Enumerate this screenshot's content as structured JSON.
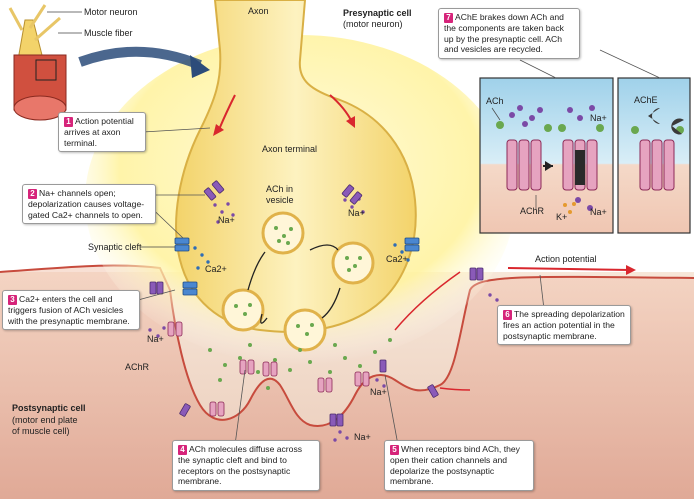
{
  "labels": {
    "motor_neuron": "Motor neuron",
    "muscle_fiber": "Muscle fiber",
    "axon": "Axon",
    "presynaptic_title": "Presynaptic cell",
    "presynaptic_sub": "(motor neuron)",
    "axon_terminal": "Axon terminal",
    "ach_in_vesicle": "ACh in vesicle",
    "synaptic_cleft": "Synaptic cleft",
    "action_potential": "Action potential",
    "achr": "AChR",
    "ach": "ACh",
    "ache": "AChE",
    "na": "Na+",
    "ca": "Ca2+",
    "k": "K+",
    "postsynaptic_title": "Postsynaptic cell",
    "postsynaptic_sub1": "(motor end plate",
    "postsynaptic_sub2": "of muscle cell)"
  },
  "steps": [
    {
      "num": "1",
      "text": "Action potential arrives at axon terminal."
    },
    {
      "num": "2",
      "text": "Na+ channels open; depolarization causes voltage-gated Ca2+ channels to open."
    },
    {
      "num": "3",
      "text": "Ca2+ enters the cell and triggers fusion of ACh vesicles with the presynaptic membrane."
    },
    {
      "num": "4",
      "text": "ACh molecules diffuse across the synaptic cleft and bind to receptors on the postsynaptic membrane."
    },
    {
      "num": "5",
      "text": "When receptors bind ACh, they open their cation channels and depolarize the postsynaptic membrane."
    },
    {
      "num": "6",
      "text": "The spreading depolarization fires an action potential in the postsynaptic membrane."
    },
    {
      "num": "7",
      "text": "AChE brakes down ACh and the components are taken back up by the presynaptic cell. ACh and vesicles are recycled."
    }
  ],
  "colors": {
    "badge": "#d6247a",
    "axon": "#f8e08a",
    "cleft": "#fdf6dc",
    "postsynaptic": "#e8b4a0",
    "arrow_red": "#d9272e",
    "channel_purple": "#7b4aa6",
    "channel_blue": "#2f6db5"
  }
}
